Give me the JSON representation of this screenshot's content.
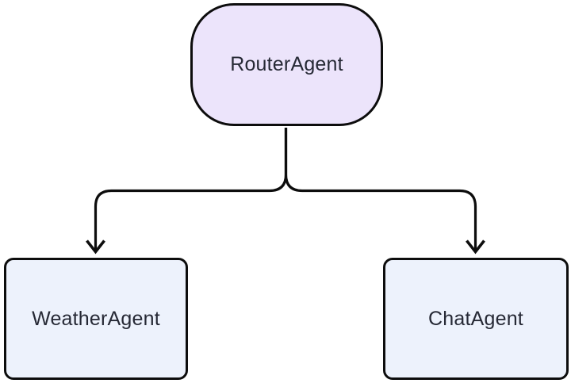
{
  "diagram": {
    "type": "flowchart",
    "direction": "top-down",
    "nodes": [
      {
        "id": "router",
        "label": "RouterAgent",
        "shape": "stadium"
      },
      {
        "id": "weather",
        "label": "WeatherAgent",
        "shape": "rounded-rect"
      },
      {
        "id": "chat",
        "label": "ChatAgent",
        "shape": "rounded-rect"
      }
    ],
    "edges": [
      {
        "from": "router",
        "to": "weather",
        "arrow": "chevron-down"
      },
      {
        "from": "router",
        "to": "chat",
        "arrow": "chevron-down"
      }
    ],
    "colors": {
      "router_fill": "#ece4fb",
      "agent_fill": "#edf2fc",
      "stroke": "#0d0d0d",
      "text": "#262935",
      "background": "#ffffff"
    }
  }
}
